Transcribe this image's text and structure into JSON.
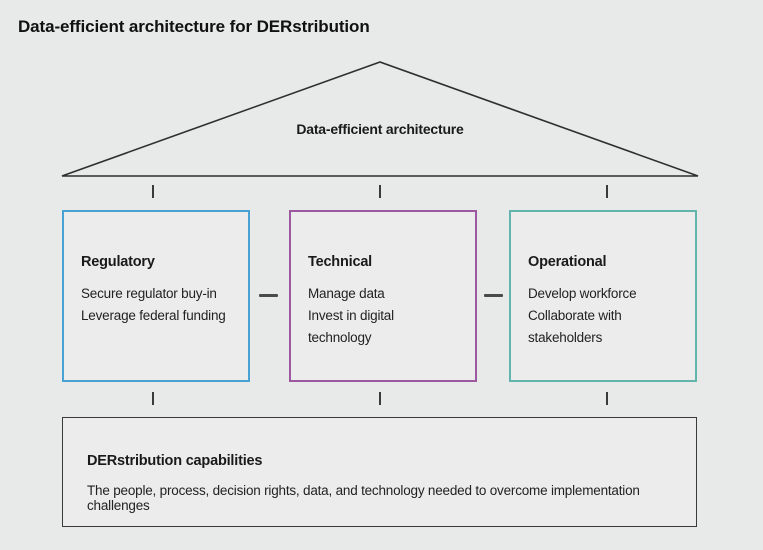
{
  "page": {
    "title": "Data-efficient architecture for DERstribution",
    "background_color": "#e8e9e9"
  },
  "roof": {
    "label": "Data-efficient architecture",
    "line_color": "#2f2f2f"
  },
  "pillars": [
    {
      "heading": "Regulatory",
      "items": [
        "Secure regulator buy-in",
        "Leverage federal funding"
      ],
      "border_color": "#4aa2d4"
    },
    {
      "heading": "Technical",
      "items": [
        "Manage data",
        "Invest in digital technology"
      ],
      "border_color": "#9c59a2"
    },
    {
      "heading": "Operational",
      "items": [
        "Develop workforce",
        "Collaborate with stakeholders"
      ],
      "border_color": "#62b5ad"
    }
  ],
  "foundation": {
    "heading": "DERstribution capabilities",
    "description": "The people, process, decision rights, data, and technology needed to overcome implementation challenges",
    "border_color": "#3a3a3a"
  }
}
